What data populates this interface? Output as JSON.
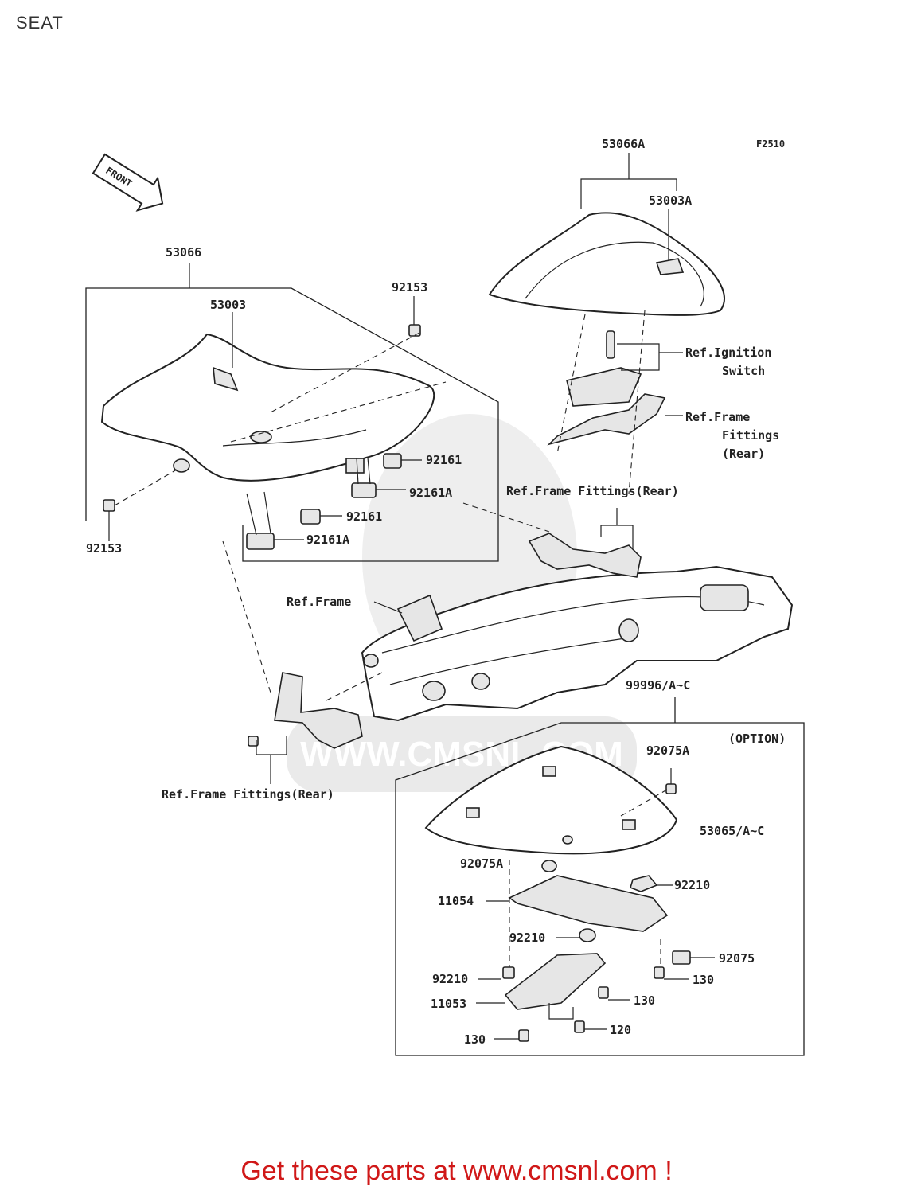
{
  "page": {
    "title": "SEAT"
  },
  "diagram": {
    "code": "F2510",
    "front_label": "FRONT",
    "watermark": "WWW.CMSNL.COM",
    "labels": {
      "l_53066A": "53066A",
      "l_53003A": "53003A",
      "l_53066": "53066",
      "l_53003": "53003",
      "l_92153a": "92153",
      "l_92153b": "92153",
      "l_92161a": "92161",
      "l_92161b": "92161",
      "l_92161Aa": "92161A",
      "l_92161Ab": "92161A",
      "l_ign1": "Ref.Ignition",
      "l_ign2": "Switch",
      "l_ff1": "Ref.Frame",
      "l_ff2": "Fittings",
      "l_ff3": "(Rear)",
      "l_ffr_mid": "Ref.Frame Fittings(Rear)",
      "l_frame": "Ref.Frame",
      "l_ffr_bot": "Ref.Frame Fittings(Rear)",
      "l_99996": "99996/A~C",
      "l_option": "(OPTION)",
      "l_92075Aa": "92075A",
      "l_53065": "53065/A~C",
      "l_92075Ab": "92075A",
      "l_92210a": "92210",
      "l_11054": "11054",
      "l_92210b": "92210",
      "l_92075": "92075",
      "l_130a": "130",
      "l_92210c": "92210",
      "l_130b": "130",
      "l_11053": "11053",
      "l_120": "120",
      "l_130c": "130"
    }
  },
  "footer": {
    "text": "Get these parts at www.cmsnl.com !"
  }
}
